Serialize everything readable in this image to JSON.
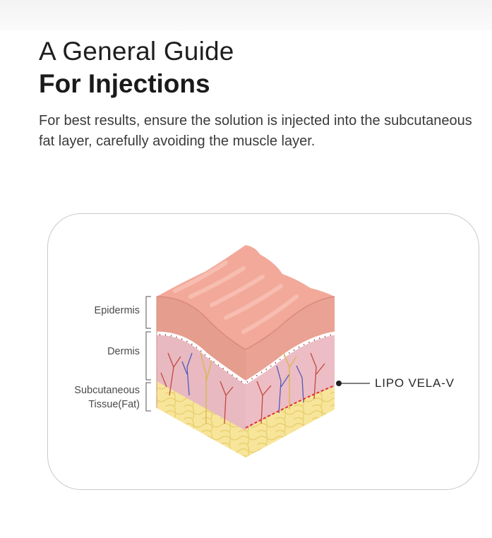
{
  "heading": {
    "line1": "A General Guide",
    "line2": "For Injections"
  },
  "description": "For best results, ensure the solution is injected into the subcutaneous fat layer, carefully avoiding the muscle layer.",
  "diagram": {
    "layers": {
      "epidermis": "Epidermis",
      "dermis": "Dermis",
      "subcutaneous_line1": "Subcutaneous",
      "subcutaneous_line2": "Tissue(Fat)"
    },
    "pointer_label": "LIPO VELA-V",
    "colors": {
      "epidermis": "#f3a896",
      "dermis": "#e6b2b8",
      "fat": "#f5e08f",
      "injection_line": "#e0322a"
    }
  }
}
